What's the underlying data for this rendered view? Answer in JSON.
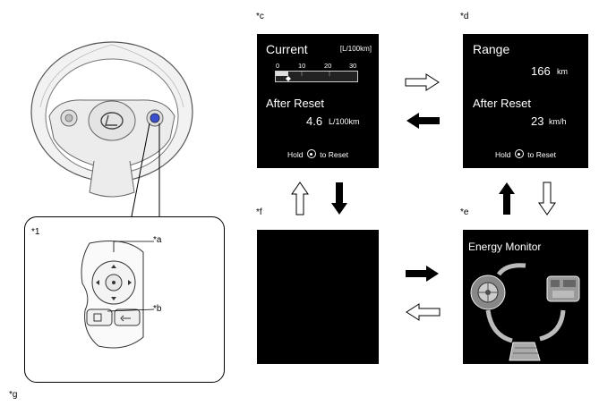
{
  "callouts": {
    "c": "*c",
    "d": "*d",
    "e": "*e",
    "f": "*f",
    "one": "*1",
    "a": "*a",
    "b": "*b",
    "g": "*g"
  },
  "screen_c": {
    "title": "Current",
    "unit": "[L/100km]",
    "scale": [
      "0",
      "10",
      "20",
      "30"
    ],
    "scale_value": 4.6,
    "scale_max": 30,
    "subtitle": "After Reset",
    "value": "4.6",
    "value_unit": "L/100km",
    "hold_prefix": "Hold",
    "hold_suffix": "to Reset"
  },
  "screen_d": {
    "title": "Range",
    "range_value": "166",
    "range_unit": "km",
    "subtitle": "After Reset",
    "speed_value": "23",
    "speed_unit": "km/h",
    "hold_prefix": "Hold",
    "hold_suffix": "to Reset"
  },
  "screen_e": {
    "title": "Energy Monitor"
  },
  "colors": {
    "screen_bg": "#000000",
    "switch_highlight": "#3a4fd0",
    "arrow_fill": "#000000",
    "arrow_outline": "#000000"
  }
}
